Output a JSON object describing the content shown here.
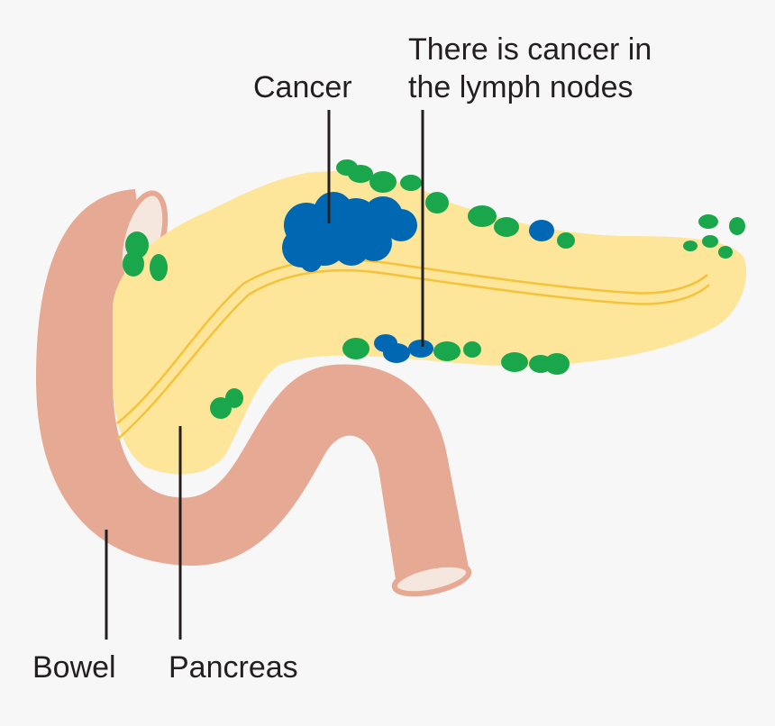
{
  "labels": {
    "cancer": "Cancer",
    "lymph_line1": "There is cancer in",
    "lymph_line2": "the lymph nodes",
    "bowel": "Bowel",
    "pancreas": "Pancreas"
  },
  "colors": {
    "background": "#f7f7f7",
    "bowel": "#e6a993",
    "bowel_inner": "#f6e7de",
    "pancreas": "#fde59a",
    "duct": "#f4c33b",
    "lymph_node_healthy": "#1aa64a",
    "cancer": "#0068b3",
    "pointer": "#231f20"
  }
}
